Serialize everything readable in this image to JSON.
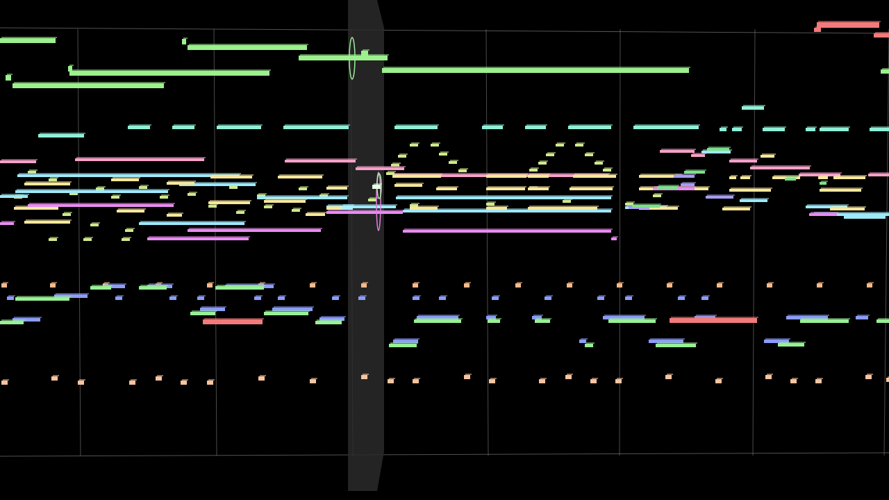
{
  "view": {
    "background": "#000000",
    "grid_color": "#8a8a8a",
    "playhead_color": "#2a2a2a",
    "playhead_ring_colors": [
      "#9ff09a",
      "#e57ee0"
    ]
  },
  "tracks": [
    {
      "name": "",
      "color": "#9cf08d",
      "role": "melody-high"
    },
    {
      "name": "",
      "color": "#8ff0d8",
      "role": "counter-melody"
    },
    {
      "name": "",
      "color": "#f5a0c8",
      "role": "harmony-pink"
    },
    {
      "name": "",
      "color": "#9ee8f8",
      "role": "harmony-cyan"
    },
    {
      "name": "",
      "color": "#f7e79c",
      "role": "harmony-yellow"
    },
    {
      "name": "",
      "color": "#cfe88c",
      "role": "arpeggio-lime"
    },
    {
      "name": "",
      "color": "#e88cf0",
      "role": "harmony-magenta"
    },
    {
      "name": "",
      "color": "#f7b98a",
      "role": "percussion-orange"
    },
    {
      "name": "",
      "color": "#8c9cf7",
      "role": "bass-blue"
    },
    {
      "name": "",
      "color": "#98f095",
      "role": "bass-green"
    },
    {
      "name": "",
      "color": "#f27a7a",
      "role": "bass-red"
    },
    {
      "name": "",
      "color": "#f7c4a0",
      "role": "percussion-low"
    }
  ]
}
